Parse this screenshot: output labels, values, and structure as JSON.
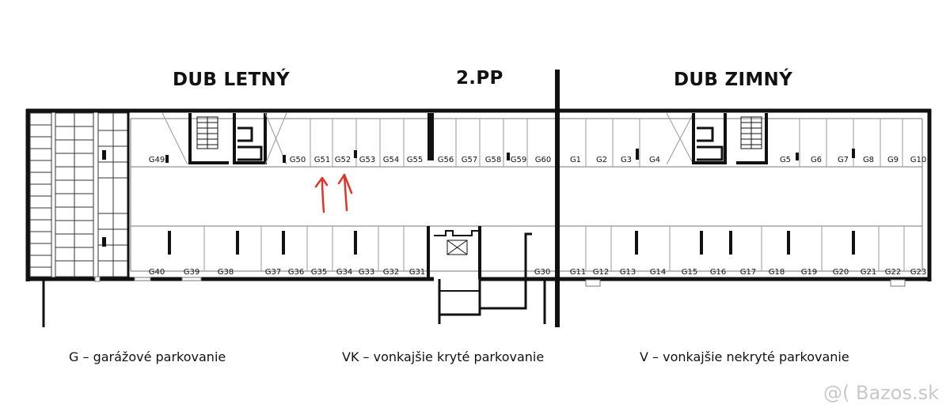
{
  "headings": {
    "left_building": "DUB LETNÝ",
    "level": "2.PP",
    "right_building": "DUB ZIMNÝ"
  },
  "legend": {
    "garage": "G – garážové parkovanie",
    "covered": "VK – vonkajšie kryté parkovanie",
    "uncovered": "V – vonkajšie nekryté parkovanie"
  },
  "watermark": "@( Bazos.sk",
  "annotation_color": "#e0352b",
  "top_row_labels": [
    "G49",
    "G50",
    "G51",
    "G52",
    "G53",
    "G54",
    "G55",
    "G56",
    "G57",
    "G58",
    "G59",
    "G60",
    "G1",
    "G2",
    "G3",
    "G4",
    "G5",
    "G6",
    "G7",
    "G8",
    "G9",
    "G10"
  ],
  "bottom_row_labels": [
    "G40",
    "G39",
    "G38",
    "G37",
    "G36",
    "G35",
    "G34",
    "G33",
    "G32",
    "G31",
    "G30",
    "G11",
    "G12",
    "G13",
    "G14",
    "G15",
    "G16",
    "G17",
    "G18",
    "G19",
    "G20",
    "G21",
    "G22",
    "G23"
  ]
}
